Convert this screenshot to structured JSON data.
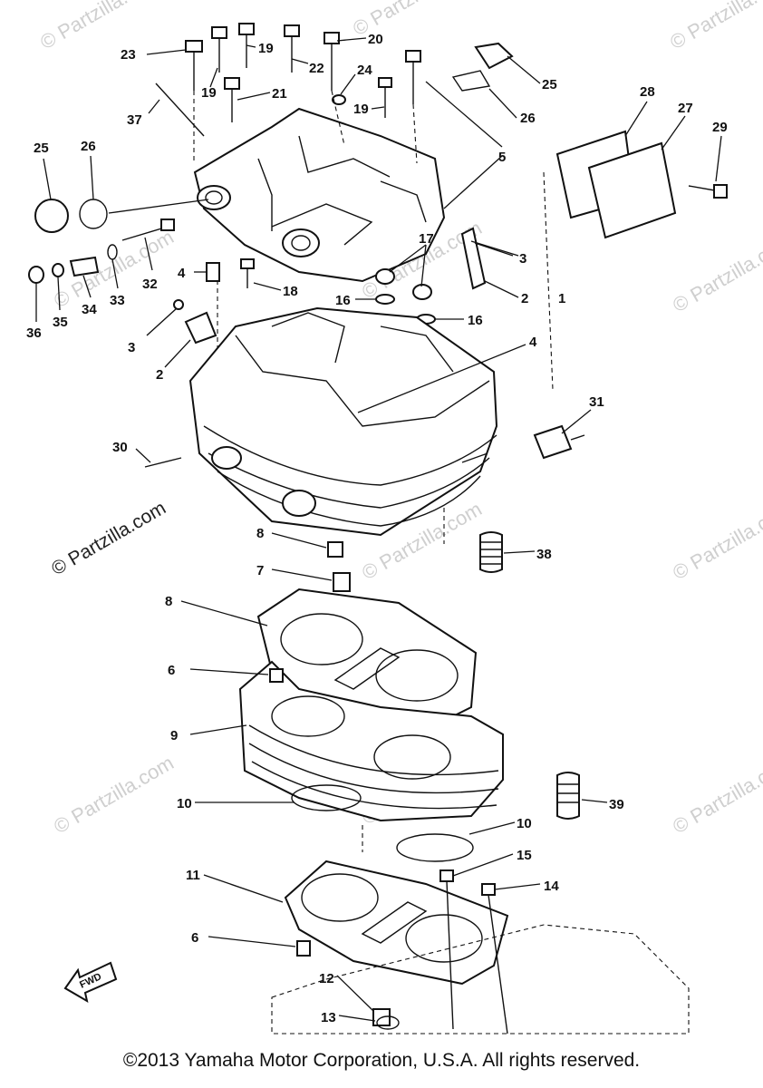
{
  "watermark": "© Partzilla.com",
  "watermark_main": "© Partzilla.com",
  "copyright": "©2013  Yamaha Motor Corporation, U.S.A. All rights reserved.",
  "fwd_label": "FWD",
  "callouts": [
    "23",
    "19",
    "19",
    "22",
    "20",
    "24",
    "25",
    "19",
    "21",
    "37",
    "26",
    "5",
    "28",
    "27",
    "29",
    "25",
    "26",
    "3",
    "17",
    "4",
    "18",
    "2",
    "1",
    "16",
    "16",
    "36",
    "35",
    "34",
    "33",
    "32",
    "3",
    "2",
    "4",
    "31",
    "30",
    "8",
    "7",
    "38",
    "8",
    "6",
    "9",
    "39",
    "10",
    "10",
    "11",
    "15",
    "14",
    "6",
    "12",
    "13"
  ]
}
